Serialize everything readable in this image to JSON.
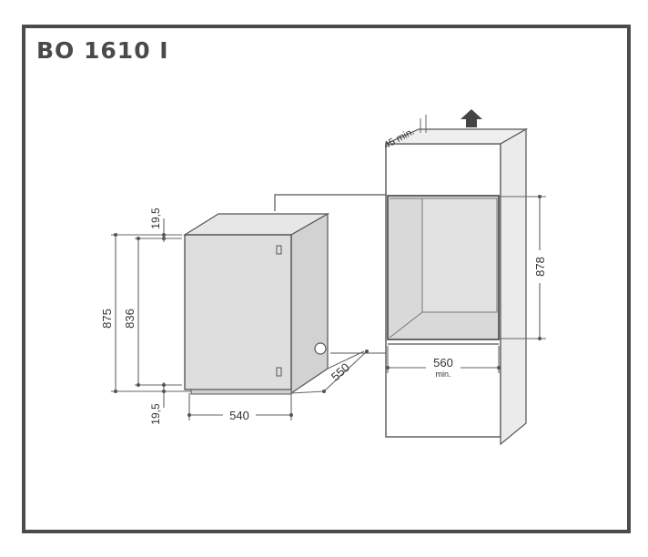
{
  "header": {
    "model": "BO 1610 I"
  },
  "appliance_dimensions": {
    "height_total": "875",
    "height_door": "836",
    "top_gap": "19,5",
    "bottom_gap": "19,5",
    "width": "540",
    "depth": "550"
  },
  "niche_dimensions": {
    "vent_gap": "45 min.",
    "height": "878",
    "width": "560",
    "width_qualifier": "min."
  },
  "colors": {
    "frame": "#4b4b4b",
    "panel_fill": "#dedede",
    "line": "#555555"
  }
}
